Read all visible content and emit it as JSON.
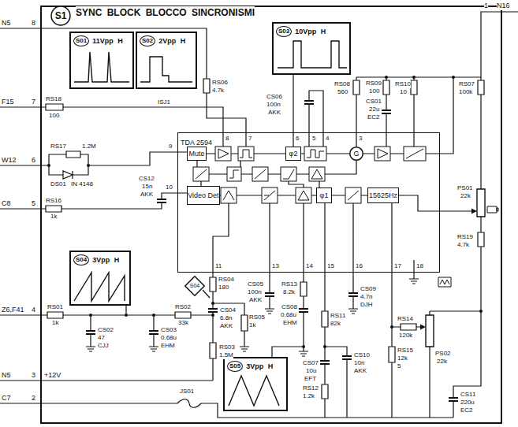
{
  "diagram": {
    "title": "SYNC BLOCK BLOCCO SINCRONISMI",
    "nodes": [
      {
        "text": [
          "S1"
        ]
      },
      {
        "text": [
          "S01",
          "11Vpp H"
        ]
      },
      {
        "text": [
          "S02",
          "2Vpp H"
        ]
      },
      {
        "text": [
          "S03",
          "10Vpp H"
        ]
      },
      {
        "text": [
          "TDA 2594"
        ]
      },
      {
        "text": [
          "Mute"
        ],
        "in": 4
      },
      {
        "text": [
          "φ2"
        ],
        "in": 4
      },
      {
        "text": [
          "G"
        ],
        "in": 4
      },
      {
        "text": [
          "Video Det"
        ],
        "in": 4
      },
      {
        "text": [
          "φ1"
        ],
        "in": 4
      },
      {
        "text": [
          "15625Hz"
        ],
        "in": 4
      },
      {
        "text": [
          "S04",
          "3Vpp H"
        ]
      },
      {
        "text": [
          "S04"
        ]
      },
      {
        "text": [
          "S05",
          "3Vpp H"
        ]
      }
    ],
    "labels": [
      "N5",
      "8",
      "F15",
      "7",
      "W12",
      "6",
      "C8",
      "5",
      "Z6,F41",
      "4",
      "N5",
      "3",
      "C7",
      "2",
      "1",
      "N16",
      "+12V",
      "RS18",
      "100",
      "ISJ1",
      "RS17",
      "1.2M",
      "DS01",
      "IN 4148",
      "RS16",
      "1k",
      "CS12",
      "15n",
      "AKK",
      "RS06",
      "4.7k",
      "CS06",
      "100n",
      "AKK",
      "RS08",
      "560",
      "RS09",
      "100",
      "CS01",
      "22u",
      "EC2",
      "RS10",
      "10",
      "RS07",
      "100k",
      "PS01",
      "22k",
      "RS19",
      "4.7k",
      "RS04",
      "180",
      "CS04",
      "6.8n",
      "AKK",
      "RS05",
      "1k",
      "RS03",
      "1.5M",
      "CS05",
      "100n",
      "AKK",
      "RS13",
      "8.2k",
      "CS08",
      "0.68u",
      "EHM",
      "RS11",
      "82k",
      "CS09",
      "4.7n",
      "DJH",
      "CS10",
      "10n",
      "AKK",
      "CS07",
      "10u",
      "EFT",
      "RS12",
      "1.2k",
      "RS14",
      "120k",
      "RS15",
      "12k",
      "5",
      "PS02",
      "22k",
      "CS11",
      "220u",
      "EC2",
      "RS01",
      "1k",
      "CS02",
      "47",
      "CJJ",
      "CS03",
      "0.68u",
      "EHM",
      "RS02",
      "33k",
      "JS01",
      "8",
      "7",
      "6",
      "5",
      "4",
      "3",
      "9",
      "10",
      "11",
      "13",
      "14",
      "15",
      "16",
      "17",
      "18"
    ]
  }
}
